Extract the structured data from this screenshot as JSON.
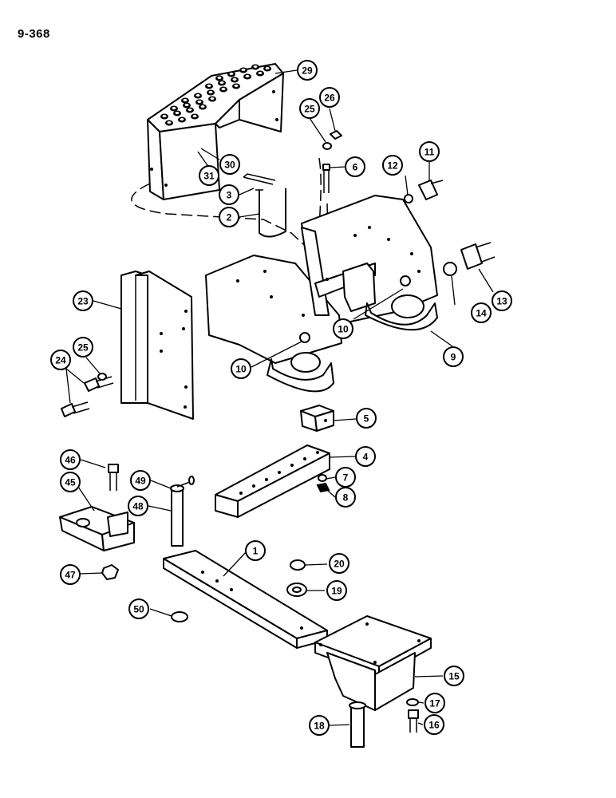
{
  "page_number": "9-368",
  "callouts": [
    {
      "id": "c29",
      "label": "29"
    },
    {
      "id": "c25a",
      "label": "25"
    },
    {
      "id": "c26",
      "label": "26"
    },
    {
      "id": "c30",
      "label": "30"
    },
    {
      "id": "c31",
      "label": "31"
    },
    {
      "id": "c6",
      "label": "6"
    },
    {
      "id": "c11",
      "label": "11"
    },
    {
      "id": "c12",
      "label": "12"
    },
    {
      "id": "c3",
      "label": "3"
    },
    {
      "id": "c2",
      "label": "2"
    },
    {
      "id": "c13",
      "label": "13"
    },
    {
      "id": "c14",
      "label": "14"
    },
    {
      "id": "c23",
      "label": "23"
    },
    {
      "id": "c10a",
      "label": "10"
    },
    {
      "id": "c9",
      "label": "9"
    },
    {
      "id": "c25b",
      "label": "25"
    },
    {
      "id": "c24",
      "label": "24"
    },
    {
      "id": "c10b",
      "label": "10"
    },
    {
      "id": "c5",
      "label": "5"
    },
    {
      "id": "c46",
      "label": "46"
    },
    {
      "id": "c4",
      "label": "4"
    },
    {
      "id": "c45",
      "label": "45"
    },
    {
      "id": "c49",
      "label": "49"
    },
    {
      "id": "c7",
      "label": "7"
    },
    {
      "id": "c8",
      "label": "8"
    },
    {
      "id": "c48",
      "label": "48"
    },
    {
      "id": "c1",
      "label": "1"
    },
    {
      "id": "c20",
      "label": "20"
    },
    {
      "id": "c47",
      "label": "47"
    },
    {
      "id": "c19",
      "label": "19"
    },
    {
      "id": "c50",
      "label": "50"
    },
    {
      "id": "c15",
      "label": "15"
    },
    {
      "id": "c17",
      "label": "17"
    },
    {
      "id": "c18",
      "label": "18"
    },
    {
      "id": "c16",
      "label": "16"
    }
  ]
}
